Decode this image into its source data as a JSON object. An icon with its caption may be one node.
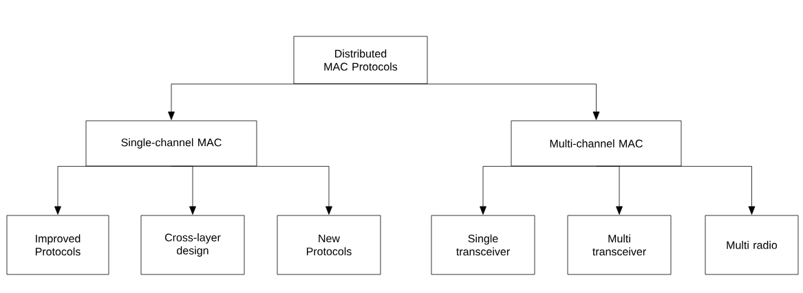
{
  "diagram": {
    "nodes": [
      {
        "text": [
          "Distributed MAC Protocols"
        ]
      },
      {
        "text": [
          "Single-channel MAC"
        ]
      },
      {
        "text": [
          "Multi-channel MAC"
        ]
      },
      {
        "text": [
          "Improved Protocols"
        ]
      },
      {
        "text": [
          "Cross-layer design"
        ]
      },
      {
        "text": [
          "New Protocols"
        ]
      },
      {
        "text": [
          "Single transceiver"
        ]
      },
      {
        "text": [
          "Multi transceiver"
        ]
      },
      {
        "text": [
          "Multi radio"
        ]
      }
    ],
    "edges": [
      {
        "from": 0,
        "to": 1,
        "arrow": "to"
      },
      {
        "from": 0,
        "to": 2,
        "arrow": "to"
      },
      {
        "from": 1,
        "to": 3,
        "arrow": "to"
      },
      {
        "from": 1,
        "to": 4,
        "arrow": "to"
      },
      {
        "from": 1,
        "to": 5,
        "arrow": "to"
      },
      {
        "from": 2,
        "to": 6,
        "arrow": "to"
      },
      {
        "from": 2,
        "to": 7,
        "arrow": "to"
      },
      {
        "from": 2,
        "to": 8,
        "arrow": "to"
      }
    ]
  }
}
